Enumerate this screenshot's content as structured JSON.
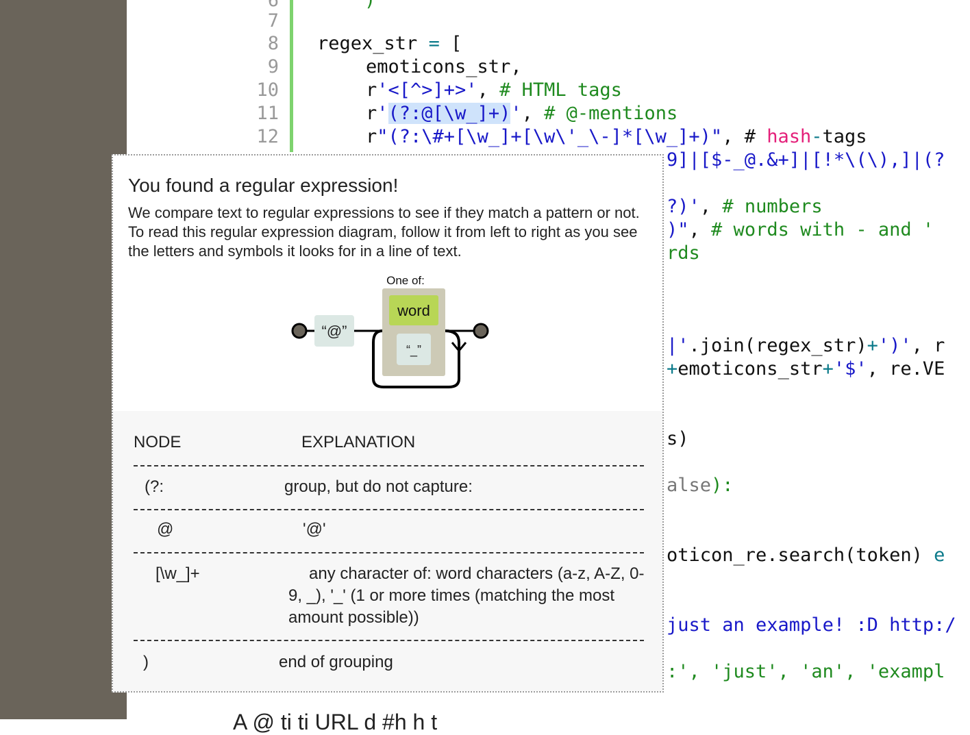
{
  "editor": {
    "line_numbers": [
      "6",
      "7",
      "8",
      "9",
      "10",
      "11",
      "12"
    ],
    "line6_code": ")",
    "line8_var": "regex_str",
    "line8_op": "=",
    "line8_bracket": "[",
    "line9_code": "emoticons_str,",
    "line10_prefix": "r",
    "line10_str": "'<[^>]+>'",
    "line10_comma": ",",
    "line10_comment": "# HTML tags",
    "line11_prefix": "r",
    "line11_q1": "'",
    "line11_hl": "(?:@[\\w_]+)",
    "line11_q2": "'",
    "line11_comma": ",",
    "line11_comment": "# @-mentions",
    "line12_prefix": "r",
    "line12_str": "\"(?:\\#+[\\w_]+[\\w\\'_\\-]*[\\w_]+)\"",
    "line12_comma": ",",
    "line12_hash": "# ",
    "line12_pink": "hash",
    "line12_op": "-",
    "line12_tail": "tags",
    "r1": "9]|[$-_@.&+]|[!*\\(\\),]|(?",
    "r2_str": "?)'",
    "r2_rest": ",",
    "r2_comment": "# numbers",
    "r3_str": ")\"",
    "r3_rest": ",",
    "r3_comment": "# words with - and '",
    "r4": "rds",
    "r5_str": "|'",
    "r5_mid": ".join(regex_str)",
    "r5_op": "+",
    "r5_str2": "')'",
    "r5_rest": ", r",
    "r6_op": "+",
    "r6_mid": "emoticons_str",
    "r6_op2": "+",
    "r6_str": "'$'",
    "r6_rest": ", re.VE",
    "r7": "s)",
    "r8_gray": "alse",
    "r8_rest": "):",
    "r9_code": "oticon_re.search(token)",
    "r9_kw": "e",
    "r10": "just an example! :D http:/",
    "r11": ":', 'just', 'an', 'exampl"
  },
  "popup": {
    "title": "You found a regular expression!",
    "description": "We compare text to regular expressions to see if they match a pattern or not. To read this regular expression diagram, follow it from left to right as you see the letters and symbols it looks for in a line of text.",
    "diagram": {
      "one_of_label": "One of:",
      "literal_at": "“@”",
      "word_label": "word",
      "underscore_label": "“_”"
    },
    "table": {
      "headers": [
        "NODE",
        "EXPLANATION"
      ],
      "rows": [
        {
          "node": "(?:",
          "explanation": "group, but do not capture:"
        },
        {
          "node": "@",
          "explanation": "'@'"
        },
        {
          "node": "[\\w_]+",
          "explanation": "any character of: word characters (a-z, A-Z, 0-9, _), '_' (1 or more times (matching the most amount possible))"
        },
        {
          "node": ")",
          "explanation": "end of grouping"
        }
      ]
    }
  },
  "footer": {
    "text": "A                 @       ti                   ti        URL       d #h    h t"
  },
  "colors": {
    "sidebar": "#6a645a",
    "gutter_bar": "#7ed36e",
    "word_box": "#b8d656",
    "literal_box": "#dce8e4",
    "oneof_box": "#cdcab6"
  }
}
